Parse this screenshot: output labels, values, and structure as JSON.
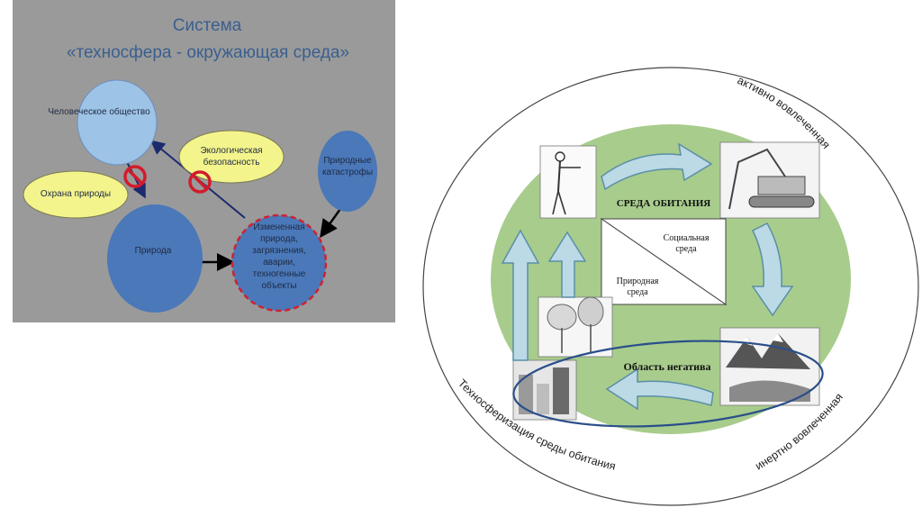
{
  "left_panel": {
    "title_line1": "Система",
    "title_line2": "«техносфера - окружающая среда»",
    "nodes": {
      "human_society": "Человеческое общество",
      "nature_protection": "Охрана природы",
      "ecological_safety_l1": "Экологическая",
      "ecological_safety_l2": "безопасность",
      "natural_disasters_l1": "Природные",
      "natural_disasters_l2": "катастрофы",
      "nature": "Природа",
      "changed_l1": "Измененная",
      "changed_l2": "природа,",
      "changed_l3": "загрязнения,",
      "changed_l4": "аварии,",
      "changed_l5": "техногенные",
      "changed_l6": "объекты"
    }
  },
  "right_panel": {
    "habitat": "СРЕДА ОБИТАНИЯ",
    "social_env_l1": "Социальная",
    "social_env_l2": "среда",
    "natural_env_l1": "Природная",
    "natural_env_l2": "среда",
    "negative_area": "Область негатива",
    "actively_involved": "активно вовлеченная",
    "inertly_involved": "инертно вовлеченная",
    "technospherization": "Техносферизация среды обитания"
  },
  "colors": {
    "left_bg": "#9a9a9a",
    "light_blue": "#9dc3e6",
    "mid_blue": "#4a78b8",
    "yellow": "#f4f48c",
    "green": "#a8cc8c",
    "arrow_blue": "#bcd9e6",
    "red": "#cc2233"
  }
}
